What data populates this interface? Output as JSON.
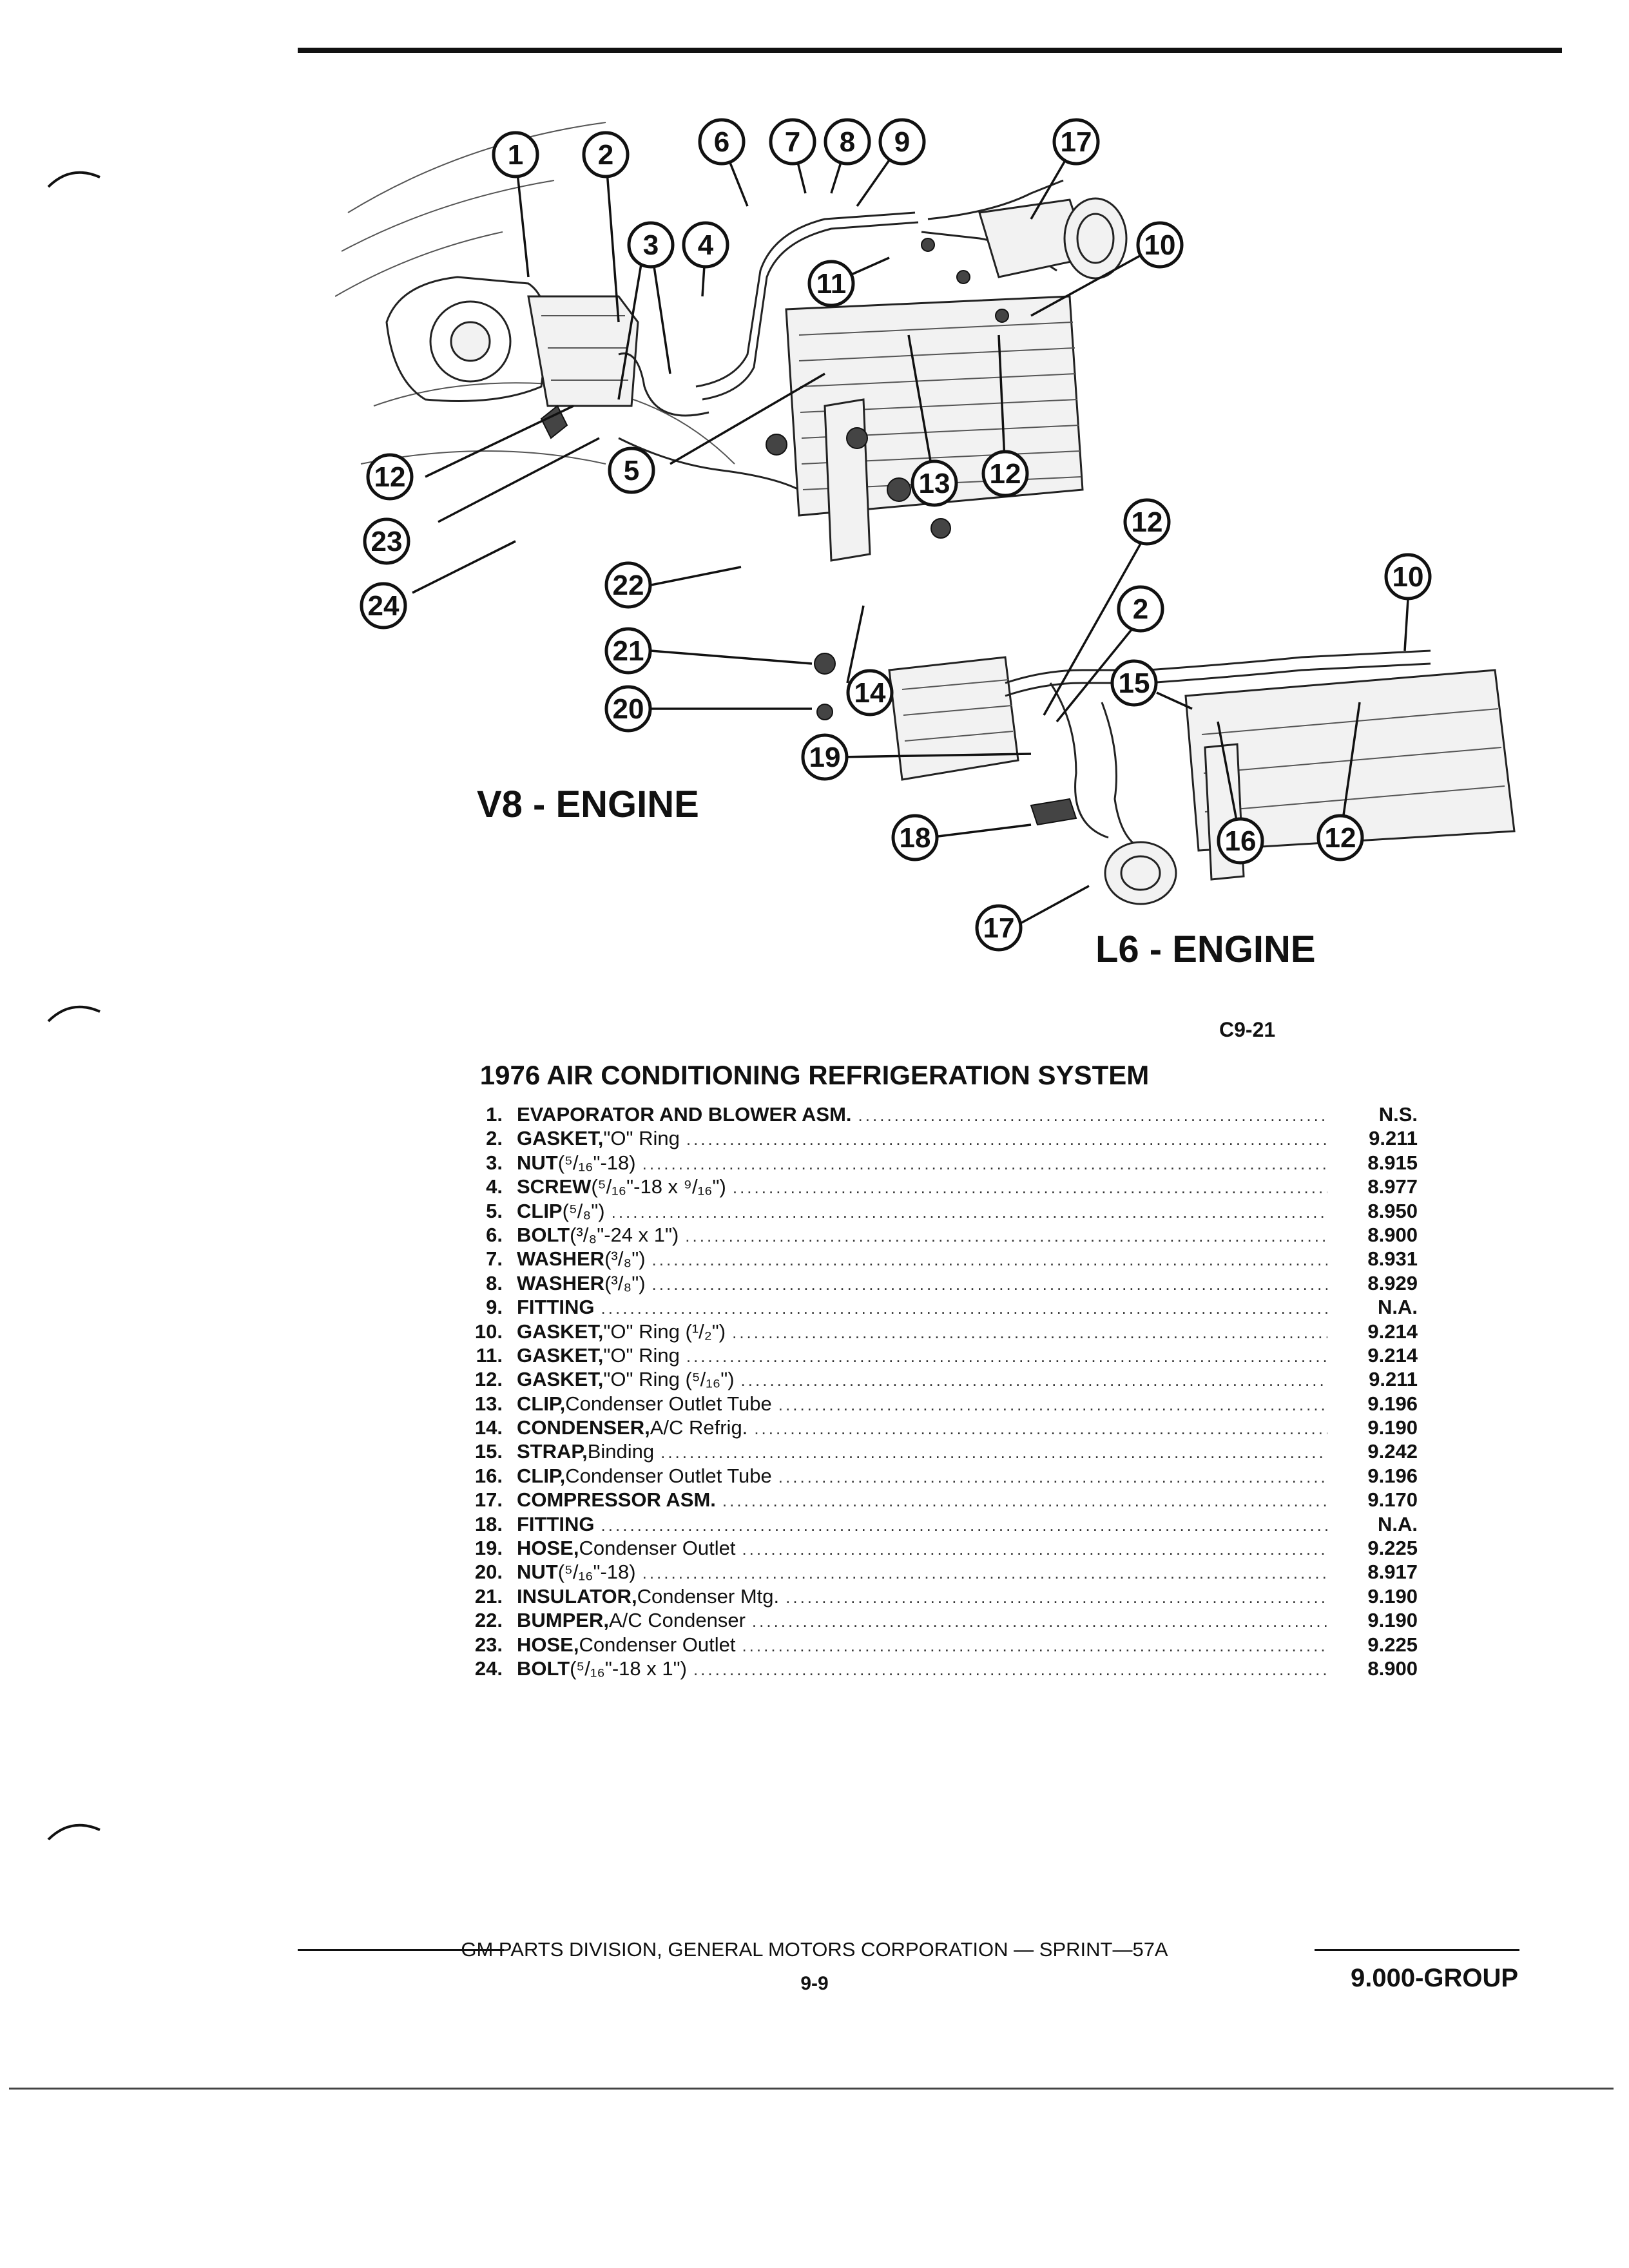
{
  "diagram": {
    "callouts": [
      "1",
      "2",
      "3",
      "4",
      "5",
      "6",
      "7",
      "8",
      "9",
      "10",
      "11",
      "12",
      "13",
      "14",
      "15",
      "16",
      "17",
      "18",
      "19",
      "20",
      "21",
      "22",
      "23",
      "24"
    ],
    "engine_v8": "V8 - ENGINE",
    "engine_l6": "L6 - ENGINE",
    "figure_code": "C9-21"
  },
  "parts_table": {
    "title": "1976 AIR CONDITIONING REFRIGERATION SYSTEM",
    "rows": [
      {
        "num": "1.",
        "name": "EVAPORATOR AND BLOWER ASM.",
        "detail": "",
        "group": "N.S."
      },
      {
        "num": "2.",
        "name": "GASKET,",
        "detail": " \"O\" Ring",
        "group": "9.211"
      },
      {
        "num": "3.",
        "name": "NUT",
        "detail": " (⁵/₁₆\"-18)",
        "group": "8.915"
      },
      {
        "num": "4.",
        "name": "SCREW",
        "detail": " (⁵/₁₆\"-18 x ⁹/₁₆\")",
        "group": "8.977"
      },
      {
        "num": "5.",
        "name": "CLIP",
        "detail": " (⁵/₈\")",
        "group": "8.950"
      },
      {
        "num": "6.",
        "name": "BOLT",
        "detail": " (³/₈\"-24 x 1\")",
        "group": "8.900"
      },
      {
        "num": "7.",
        "name": "WASHER",
        "detail": " (³/₈\")",
        "group": "8.931"
      },
      {
        "num": "8.",
        "name": "WASHER",
        "detail": " (³/₈\")",
        "group": "8.929"
      },
      {
        "num": "9.",
        "name": "FITTING",
        "detail": "",
        "group": "N.A."
      },
      {
        "num": "10.",
        "name": "GASKET,",
        "detail": " \"O\" Ring (¹/₂\")",
        "group": "9.214"
      },
      {
        "num": "11.",
        "name": "GASKET,",
        "detail": " \"O\" Ring",
        "group": "9.214"
      },
      {
        "num": "12.",
        "name": "GASKET,",
        "detail": " \"O\" Ring (⁵/₁₆\")",
        "group": "9.211"
      },
      {
        "num": "13.",
        "name": "CLIP,",
        "detail": " Condenser Outlet Tube",
        "group": "9.196"
      },
      {
        "num": "14.",
        "name": "CONDENSER,",
        "detail": " A/C Refrig.",
        "group": "9.190"
      },
      {
        "num": "15.",
        "name": "STRAP,",
        "detail": " Binding",
        "group": "9.242"
      },
      {
        "num": "16.",
        "name": "CLIP,",
        "detail": " Condenser Outlet Tube",
        "group": "9.196"
      },
      {
        "num": "17.",
        "name": "COMPRESSOR ASM.",
        "detail": "",
        "group": "9.170"
      },
      {
        "num": "18.",
        "name": "FITTING",
        "detail": "",
        "group": "N.A."
      },
      {
        "num": "19.",
        "name": "HOSE,",
        "detail": " Condenser Outlet",
        "group": "9.225"
      },
      {
        "num": "20.",
        "name": "NUT",
        "detail": " (⁵/₁₆\"-18)",
        "group": "8.917"
      },
      {
        "num": "21.",
        "name": "INSULATOR,",
        "detail": " Condenser Mtg.",
        "group": "9.190"
      },
      {
        "num": "22.",
        "name": "BUMPER,",
        "detail": " A/C Condenser",
        "group": "9.190"
      },
      {
        "num": "23.",
        "name": "HOSE,",
        "detail": " Condenser Outlet",
        "group": "9.225"
      },
      {
        "num": "24.",
        "name": "BOLT",
        "detail": " (⁵/₁₆\"-18 x 1\")",
        "group": "8.900"
      }
    ]
  },
  "footer": {
    "publisher": "GM PARTS DIVISION, GENERAL MOTORS CORPORATION — SPRINT—57A",
    "page": "9-9",
    "group": "9.000-GROUP"
  }
}
